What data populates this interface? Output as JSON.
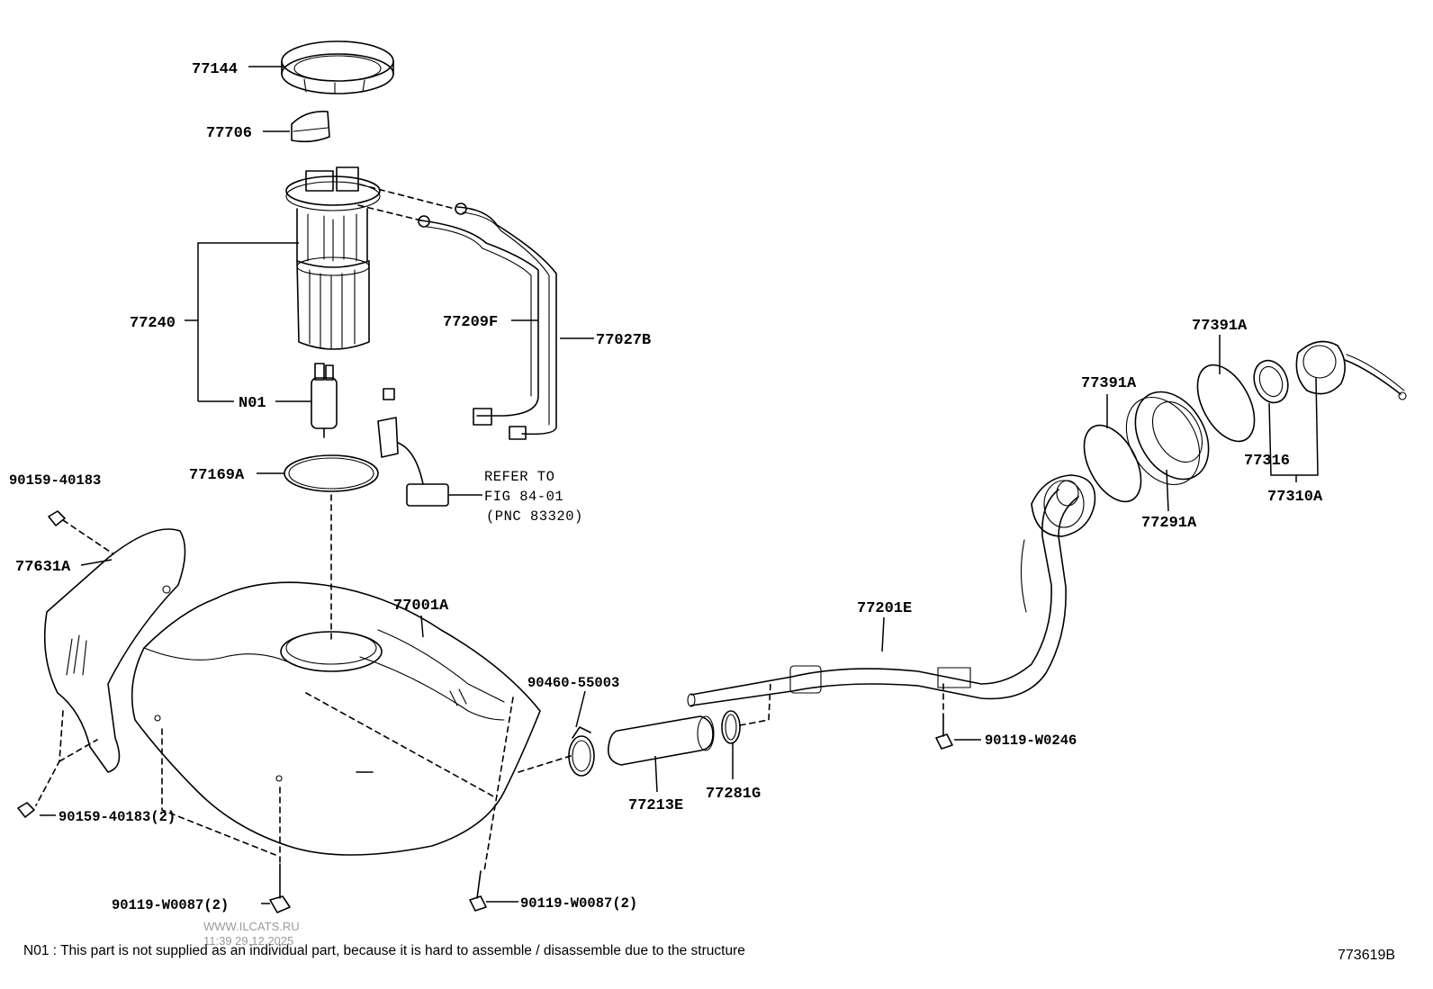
{
  "parts": {
    "p77144": "77144",
    "p77706": "77706",
    "p77240": "77240",
    "pN01": "N01",
    "p77209F": "77209F",
    "p77027B": "77027B",
    "p77169A": "77169A",
    "p90159_top": "90159-40183",
    "p77631A": "77631A",
    "p77001A": "77001A",
    "p90159_bot": "90159-40183(2)",
    "p90119_w0087_left": "90119-W0087(2)",
    "p90119_w0087_right": "90119-W0087(2)",
    "p90460": "90460-55003",
    "p77213E": "77213E",
    "p77281G": "77281G",
    "p77201E": "77201E",
    "p90119_w0246": "90119-W0246",
    "p77391A_left": "77391A",
    "p77391A_right": "77391A",
    "p77291A": "77291A",
    "p77316": "77316",
    "p77310A": "77310A"
  },
  "reference": {
    "line1": "REFER TO",
    "line2": "FIG 84-01",
    "line3": "(PNC 83320)"
  },
  "footnote": "N01 : This part is not supplied as an individual part, because it is hard to assemble / disassemble due to the structure",
  "watermark": {
    "site": "WWW.ILCATS.RU",
    "timestamp": "11:39 29.12.2025"
  },
  "figure_code": "773619B"
}
